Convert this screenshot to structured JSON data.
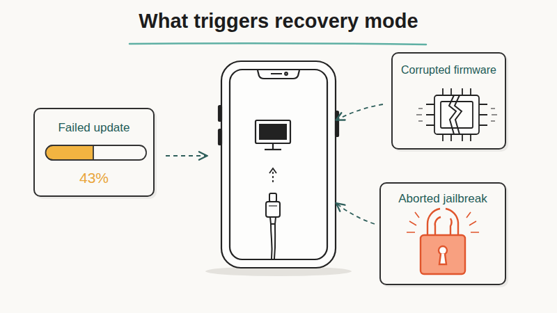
{
  "diagram": {
    "title": "What triggers recovery mode",
    "nodes": [
      {
        "text": [
          "Failed update",
          "43%"
        ]
      },
      {
        "text": [
          "Corrupted firmware"
        ]
      },
      {
        "text": [
          "Aborted jailbreak"
        ]
      }
    ]
  }
}
